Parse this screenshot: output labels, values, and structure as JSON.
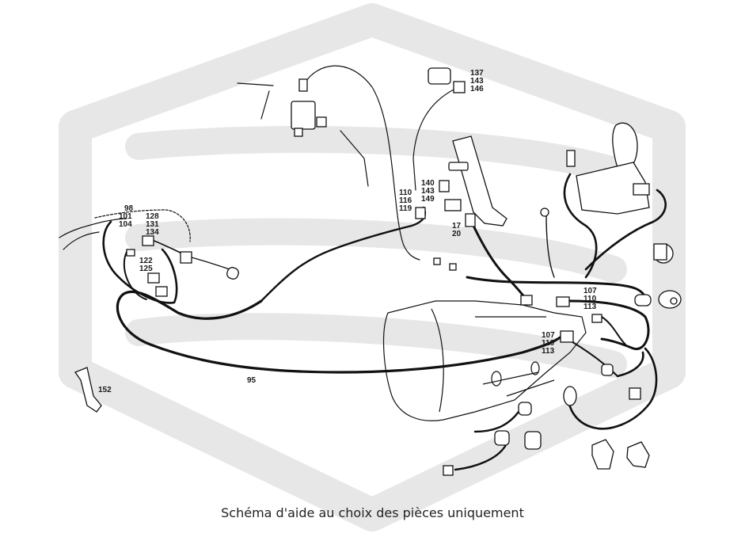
{
  "colors": {
    "watermark": "#e6e6e6",
    "line": "#111111",
    "background": "#ffffff"
  },
  "watermark": {
    "icon": "shield-logo-icon"
  },
  "callouts": {
    "c98_101_104": [
      "98",
      "101",
      "104"
    ],
    "c128_131_134": [
      "128",
      "131",
      "134"
    ],
    "c122_125": [
      "122",
      "125"
    ],
    "c137_143_146": [
      "137",
      "143",
      "146"
    ],
    "c140_143_149": [
      "140",
      "143",
      "149"
    ],
    "c110_116_119": [
      "110",
      "116",
      "119"
    ],
    "c17_20": [
      "17",
      "20"
    ],
    "c107_110_113_a": [
      "107",
      "110",
      "113"
    ],
    "c107_110_113_b": [
      "107",
      "110",
      "113"
    ],
    "c95": "95",
    "c152": "152"
  },
  "caption": "Schéma d'aide au choix des pièces uniquement"
}
